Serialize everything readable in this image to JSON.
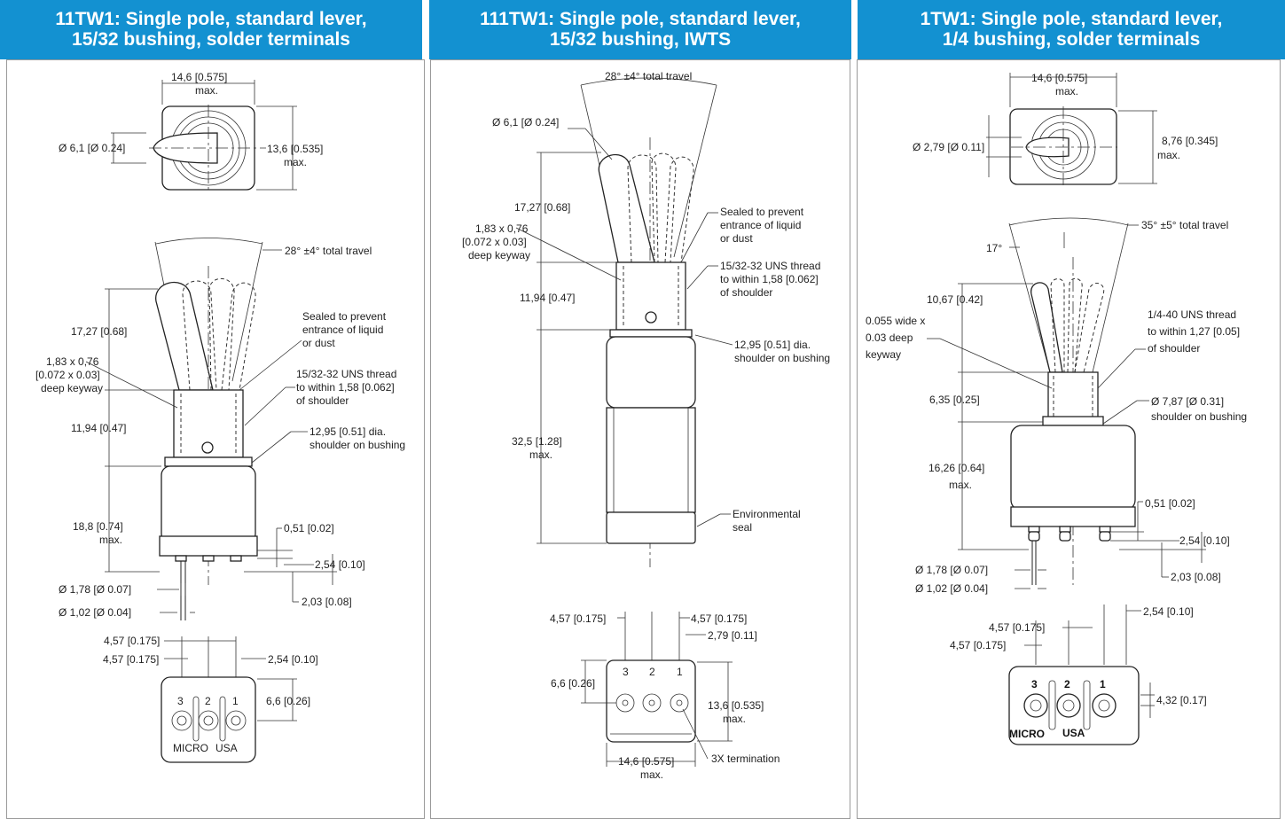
{
  "panels": [
    {
      "title_line1": "11TW1: Single pole, standard lever,",
      "title_line2": "15/32  bushing, solder terminals",
      "dims": {
        "top_width": "14,6 [0.575]",
        "top_width_max": "max.",
        "lever_dia": "Ø 6,1 [Ø 0.24]",
        "top_height": "13,6 [0.535]",
        "top_height_max": "max.",
        "travel": "28° ±4° total travel",
        "lever_len": "17,27 [0.68]",
        "keyway1": "1,83 x 0,76",
        "keyway2": "[0.072 x 0.03]",
        "keyway3": "deep keyway",
        "sealed1": "Sealed to prevent",
        "sealed2": "entrance of liquid",
        "sealed3": "or dust",
        "thread1": "15/32-32 UNS thread",
        "thread2": "to within 1,58 [0.062]",
        "thread3": "of shoulder",
        "bushing": "11,94 [0.47]",
        "shoulder1": "12,95 [0.51] dia.",
        "shoulder2": "shoulder on bushing",
        "body_h": "18,8 [0.74]",
        "body_h_max": "max.",
        "d051": "0,51 [0.02]",
        "d254": "2,54 [0.10]",
        "d203": "2,03 [0.08]",
        "d178": "Ø 1,78 [Ø 0.07]",
        "d102": "Ø 1,02 [Ø 0.04]",
        "term_a": "4,57 [0.175]",
        "term_b": "4,57 [0.175]",
        "term_c": "2,54 [0.10]",
        "term_h": "6,6 [0.26]",
        "t3": "3",
        "t2": "2",
        "t1": "1",
        "brand": "MICRO",
        "country": "USA"
      }
    },
    {
      "title_line1": "111TW1: Single pole, standard lever,",
      "title_line2": "15/32  bushing, IWTS",
      "dims": {
        "travel": "28° ±4° total travel",
        "lever_dia": "Ø 6,1 [Ø 0.24]",
        "lever_len": "17,27 [0.68]",
        "keyway1": "1,83 x 0,76",
        "keyway2": "[0.072 x 0.03]",
        "keyway3": "deep keyway",
        "sealed1": "Sealed to prevent",
        "sealed2": "entrance of liquid",
        "sealed3": "or dust",
        "thread1": "15/32-32 UNS thread",
        "thread2": "to within 1,58 [0.062]",
        "thread3": "of shoulder",
        "bushing": "11,94 [0.47]",
        "shoulder1": "12,95 [0.51] dia.",
        "shoulder2": "shoulder on bushing",
        "body_h": "32,5 [1.28]",
        "body_h_max": "max.",
        "env1": "Environmental",
        "env2": "seal",
        "term_a": "4,57 [0.175]",
        "term_b": "4,57 [0.175]",
        "term_c": "2,79 [0.11]",
        "term_h": "6,6 [0.26]",
        "term_v": "13,6 [0.535]",
        "term_v_max": "max.",
        "term_w": "14,6 [0.575]",
        "term_w_max": "max.",
        "termination": "3X termination",
        "t3": "3",
        "t2": "2",
        "t1": "1"
      }
    },
    {
      "title_line1": "1TW1: Single pole, standard lever,",
      "title_line2": "1/4  bushing, solder terminals",
      "dims": {
        "top_width": "14,6 [0.575]",
        "top_width_max": "max.",
        "lever_dia": "Ø 2,79 [Ø 0.11]",
        "top_height": "8,76 [0.345]",
        "top_height_max": "max.",
        "travel": "35° ±5° total travel",
        "angle": "17°",
        "lever_len": "10,67 [0.42]",
        "keyway1": "0.055 wide x",
        "keyway2": "0.03 deep",
        "keyway3": "keyway",
        "thread1": "1/4-40 UNS thread",
        "thread2": "to within 1,27 [0.05]",
        "thread3": "of shoulder",
        "bushing": "6,35 [0.25]",
        "shoulder1": "Ø 7,87 [Ø 0.31]",
        "shoulder2": "shoulder on bushing",
        "body_h": "16,26 [0.64]",
        "body_h_max": "max.",
        "d051": "0,51 [0.02]",
        "d254": "2,54 [0.10]",
        "d203": "2,03 [0.08]",
        "d178": "Ø 1,78 [Ø 0.07]",
        "d102": "Ø 1,02 [Ø 0.04]",
        "term_c": "2,54 [0.10]",
        "term_a": "4,57 [0.175]",
        "term_b": "4,57 [0.175]",
        "term_h": "4,32 [0.17]",
        "t3": "3",
        "t2": "2",
        "t1": "1",
        "brand": "MICRO",
        "country": "USA"
      }
    }
  ],
  "colors": {
    "header_bg": "#1391d1",
    "header_text": "#ffffff",
    "border": "#9a9a9a"
  }
}
